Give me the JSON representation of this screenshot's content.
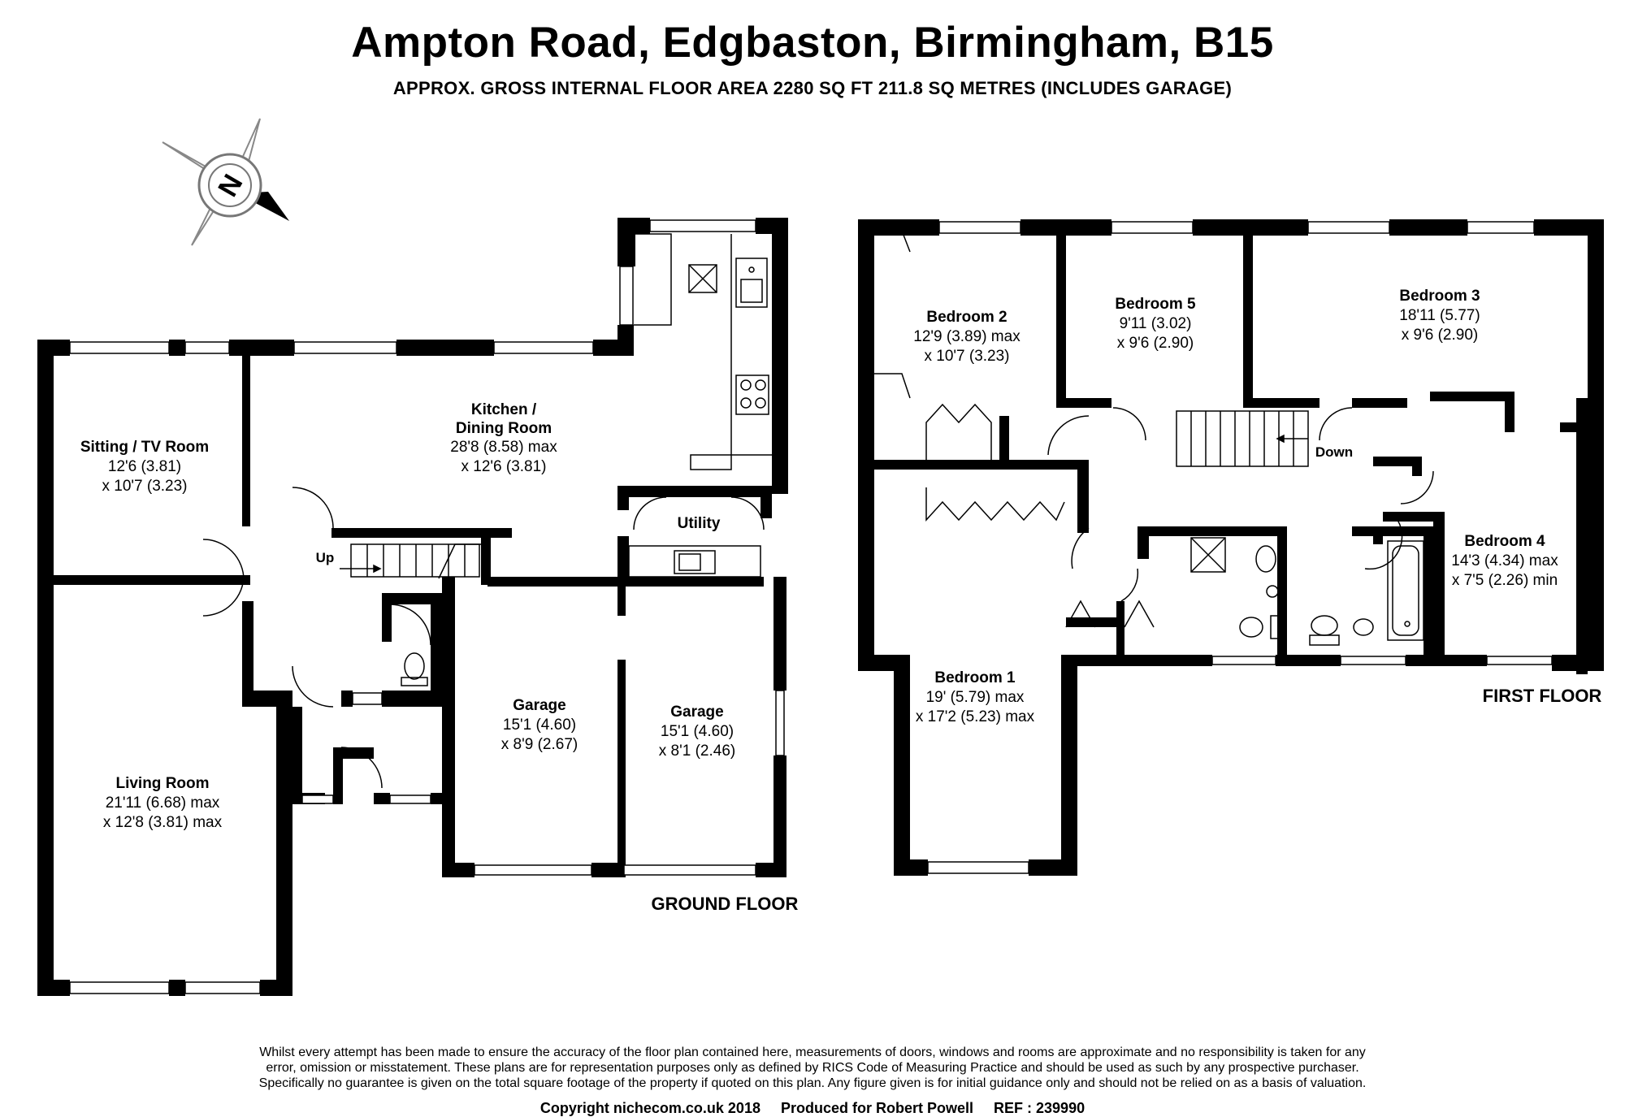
{
  "header": {
    "title": "Ampton Road, Edgbaston, Birmingham, B15",
    "subtitle": "APPROX. GROSS INTERNAL FLOOR AREA 2280 SQ FT 211.8 SQ METRES (INCLUDES GARAGE)"
  },
  "compass": {
    "letter": "N"
  },
  "ground_floor": {
    "label": "GROUND FLOOR",
    "sitting": {
      "name": "Sitting / TV Room",
      "dim1": "12'6 (3.81)",
      "dim2": "x 10'7 (3.23)"
    },
    "kitchen": {
      "name1": "Kitchen /",
      "name2": "Dining Room",
      "dim1": "28'8 (8.58) max",
      "dim2": "x 12'6 (3.81)"
    },
    "living": {
      "name": "Living Room",
      "dim1": "21'11 (6.68) max",
      "dim2": "x 12'8 (3.81) max"
    },
    "utility": {
      "name": "Utility"
    },
    "up": {
      "label": "Up"
    },
    "garage_a": {
      "name": "Garage",
      "dim1": "15'1 (4.60)",
      "dim2": "x 8'9 (2.67)"
    },
    "garage_b": {
      "name": "Garage",
      "dim1": "15'1 (4.60)",
      "dim2": "x 8'1 (2.46)"
    }
  },
  "first_floor": {
    "label": "FIRST FLOOR",
    "bedroom2": {
      "name": "Bedroom 2",
      "dim1": "12'9 (3.89) max",
      "dim2": "x 10'7 (3.23)"
    },
    "bedroom5": {
      "name": "Bedroom 5",
      "dim1": "9'11 (3.02)",
      "dim2": "x 9'6 (2.90)"
    },
    "bedroom3": {
      "name": "Bedroom 3",
      "dim1": "18'11 (5.77)",
      "dim2": "x 9'6 (2.90)"
    },
    "bedroom1": {
      "name": "Bedroom 1",
      "dim1": "19' (5.79) max",
      "dim2": "x 17'2 (5.23) max"
    },
    "bedroom4": {
      "name": "Bedroom 4",
      "dim1": "14'3 (4.34) max",
      "dim2": "x 7'5 (2.26) min"
    },
    "down": {
      "label": "Down"
    }
  },
  "disclaimer": {
    "line1": "Whilst every attempt has been made to ensure the accuracy of the floor plan contained here, measurements of doors, windows and rooms are approximate and no responsibility is taken for any",
    "line2": "error, omission or misstatement. These plans are for representation purposes only as defined by RICS Code of Measuring Practice and should be used as such by any prospective purchaser.",
    "line3": "Specifically no guarantee is given on the total square footage of the property if quoted on this plan. Any figure given is for initial guidance only and should not be relied on as a basis of valuation."
  },
  "footer": {
    "copyright": "Copyright nichecom.co.uk 2018",
    "produced": "Produced for Robert Powell",
    "ref": "REF :  239990"
  },
  "colors": {
    "wall": "#000000",
    "window": "#ffffff",
    "compass_grey": "#bdbdbd"
  }
}
